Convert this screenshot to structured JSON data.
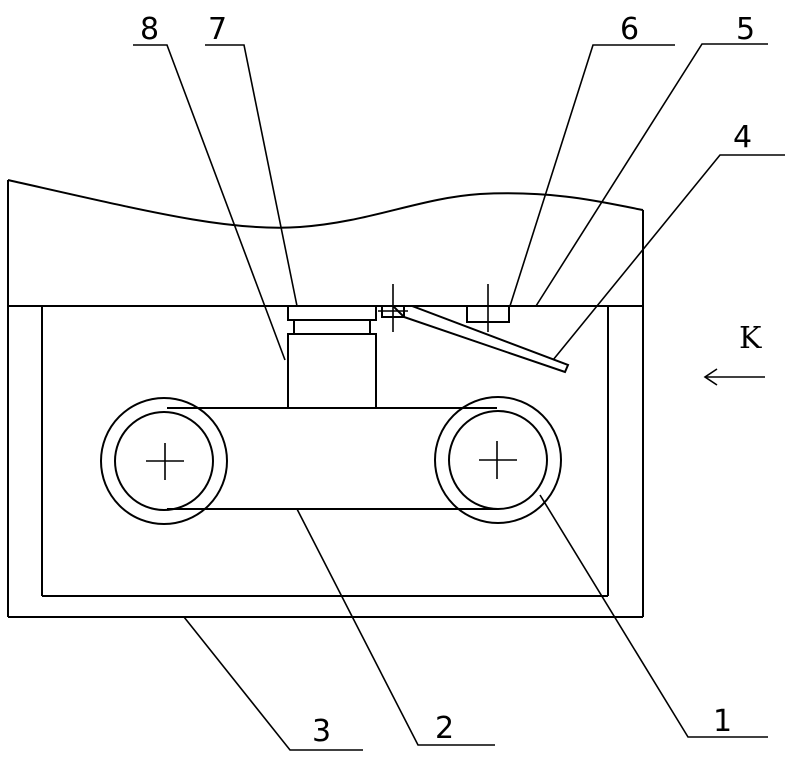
{
  "labels": {
    "part_1": "1",
    "part_2": "2",
    "part_3": "3",
    "part_4": "4",
    "part_5": "5",
    "part_6": "6",
    "part_7": "7",
    "part_8": "8",
    "view_k": "K"
  },
  "colors": {
    "line": "#000000",
    "background": "#ffffff"
  }
}
